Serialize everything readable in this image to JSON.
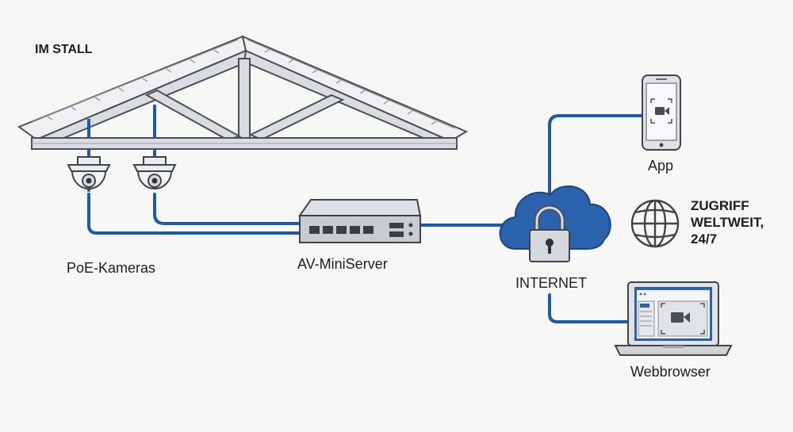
{
  "labels": {
    "location": "IM STALL",
    "cameras": "PoE-Kameras",
    "server": "AV-MiniServer",
    "internet": "INTERNET",
    "app": "App",
    "browser": "Webbrowser",
    "access_line1": "ZUGRIFF",
    "access_line2": "WELTWEIT,",
    "access_line3": "24/7"
  },
  "colors": {
    "cable": "#1f5aa8",
    "cloud": "#2a62ad",
    "roof": "#e8ebee",
    "outline": "#4a4f55",
    "device": "#cfd3d8"
  },
  "icons": {
    "camera": "dome-camera-icon",
    "switch": "network-switch-icon",
    "cloud": "cloud-icon",
    "lock": "padlock-icon",
    "phone": "smartphone-icon",
    "globe": "globe-icon",
    "laptop": "laptop-icon",
    "video": "video-camera-icon"
  }
}
